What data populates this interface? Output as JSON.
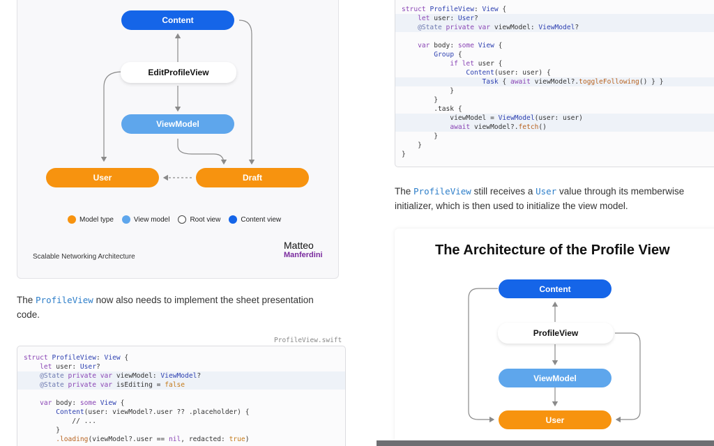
{
  "left": {
    "diagram": {
      "nodes": {
        "content": "Content",
        "edit_profile_view": "EditProfileView",
        "view_model": "ViewModel",
        "user": "User",
        "draft": "Draft"
      },
      "legend": [
        "Model type",
        "View model",
        "Root view",
        "Content view"
      ],
      "caption": "Scalable Networking Architecture",
      "brand_line1": "Matteo",
      "brand_line2": "Manferdini",
      "colors": {
        "content": "#1565e8",
        "view_model": "#5ea6ec",
        "model": "#f7930f",
        "brand": "#7a2b9e"
      }
    },
    "paragraph": {
      "pre": "The ",
      "code": "ProfileView",
      "post": " now also needs to implement the sheet presentation code."
    },
    "code_filename": "ProfileView.swift"
  },
  "right": {
    "paragraph": {
      "pre": "The ",
      "code1": "ProfileView",
      "mid": " still receives a ",
      "code2": "User",
      "post": " value through its memberwise initializer, which is then used to initialize the view model."
    },
    "diagram": {
      "title": "The Architecture of the Profile View",
      "nodes": {
        "content": "Content",
        "profile_view": "ProfileView",
        "view_model": "ViewModel",
        "user": "User"
      }
    }
  }
}
